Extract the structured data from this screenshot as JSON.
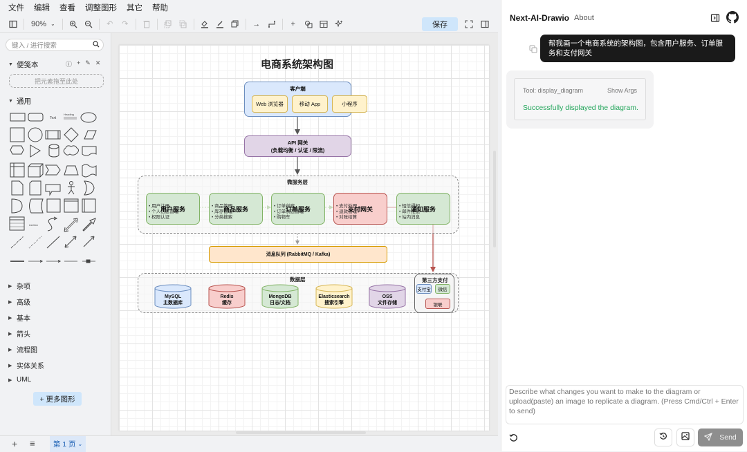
{
  "menubar": {
    "items": [
      "文件",
      "编辑",
      "查看",
      "调整图形",
      "其它",
      "帮助"
    ]
  },
  "toolbar": {
    "zoom": "90%",
    "save_label": "保存"
  },
  "sidebar": {
    "search_placeholder": "键入 / 进行搜索",
    "scratchpad_label": "便笺本",
    "dropzone_label": "把元素拖至此处",
    "general_label": "通用",
    "shape_text_label": "Text",
    "shape_heading_label": "Heading",
    "shape_listitem_label": "List Item",
    "categories": [
      "杂项",
      "高级",
      "基本",
      "箭头",
      "流程图",
      "实体关系",
      "UML"
    ],
    "more_shapes_label": "+ 更多图形"
  },
  "bottombar": {
    "page_tab": "第 1 页"
  },
  "diagram": {
    "title": "电商系统架构图",
    "client": {
      "label": "客户端",
      "items": [
        "Web 浏览器",
        "移动 App",
        "小程序"
      ]
    },
    "gateway": {
      "line1": "API 网关",
      "line2": "(负载均衡 / 认证 / 限流)"
    },
    "microservices": {
      "label": "微服务层",
      "services": [
        {
          "name": "用户服务",
          "bullets": [
            "• 用户注册",
            "• 个人信息管理",
            "• 权限认证"
          ]
        },
        {
          "name": "商品服务",
          "bullets": [
            "• 商品管理",
            "• 库存管理",
            "• 分类搜索"
          ]
        },
        {
          "name": "订单服务",
          "bullets": [
            "• 订单创建",
            "• 订单状态管理",
            "• 购物车"
          ]
        },
        {
          "name": "支付网关",
          "bullets": [
            "• 支付处理",
            "• 退款管理",
            "• 对账结算"
          ]
        },
        {
          "name": "通知服务",
          "bullets": [
            "• 短信通知",
            "• 邮件推送",
            "• 站内消息"
          ]
        }
      ]
    },
    "mq": {
      "label": "消息队列 (RabbitMQ / Kafka)"
    },
    "datalayer": {
      "label": "数据层",
      "stores": [
        {
          "line1": "MySQL",
          "line2": "主数据库"
        },
        {
          "line1": "Redis",
          "line2": "缓存"
        },
        {
          "line1": "MongoDB",
          "line2": "日志/文档"
        },
        {
          "line1": "Elasticsearch",
          "line2": "搜索引擎"
        },
        {
          "line1": "OSS",
          "line2": "文件存储"
        }
      ]
    },
    "thirdparty": {
      "label": "第三方支付",
      "items": [
        "支付宝",
        "微信",
        "银联"
      ]
    }
  },
  "chat": {
    "app_title": "Next-AI-Drawio",
    "about_label": "About",
    "user_message": "帮我画一个电商系统的架构图，包含用户服务、订单服务和支付网关",
    "tool_name": "Tool: display_diagram",
    "show_args_label": "Show Args",
    "tool_result": "Successfully displayed the diagram.",
    "input_placeholder": "Describe what changes you want to make to the diagram or upload(paste) an image to replicate a diagram. (Press Cmd/Ctrl + Enter to send)",
    "send_label": "Send"
  },
  "colors": {
    "client_fill": "#dae8fc",
    "client_stroke": "#6c8ebf",
    "item_fill": "#fff2cc",
    "item_stroke": "#d6b656",
    "gateway_fill": "#e1d5e7",
    "gateway_stroke": "#9673a6",
    "service_fill": "#d5e8d4",
    "service_stroke": "#82b366",
    "payment_fill": "#f8cecc",
    "payment_stroke": "#b85450",
    "mq_fill": "#ffe6cc",
    "mq_stroke": "#d79b00",
    "success_text": "#22a55a",
    "accent_button": "#cfe6fb"
  }
}
